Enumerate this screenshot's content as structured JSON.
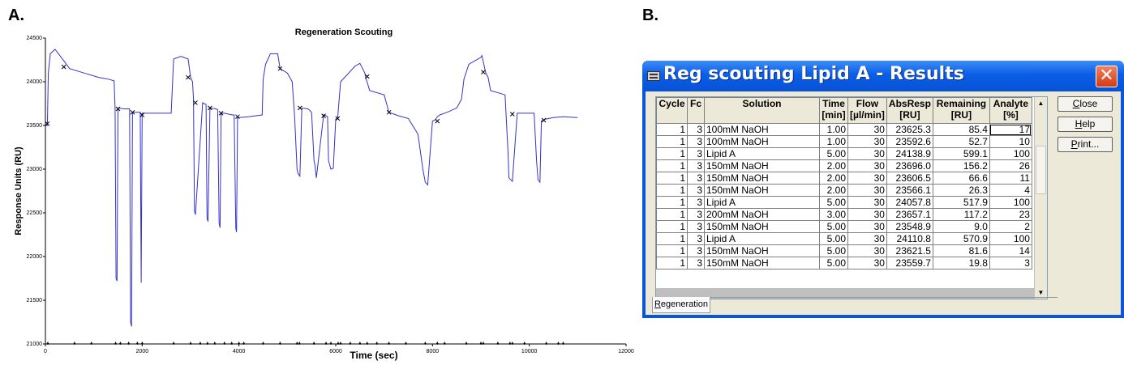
{
  "panels": {
    "a": "A.",
    "b": "B."
  },
  "chart_data": {
    "type": "line",
    "title": "Regeneration Scouting",
    "xlabel": "Time (sec)",
    "ylabel": "Response Units (RU)",
    "xlim": [
      0,
      12000
    ],
    "ylim": [
      21000,
      24500
    ],
    "xticks": [
      0,
      2000,
      4000,
      6000,
      8000,
      10000,
      12000
    ],
    "yticks": [
      21000,
      21500,
      22000,
      22500,
      23000,
      23500,
      24000,
      24500
    ],
    "grid": false,
    "line_color": "#3333cc",
    "series": [
      {
        "x": [
          0,
          40,
          60,
          100,
          200,
          380,
          500,
          800,
          1100,
          1300,
          1420,
          1440,
          1460,
          1480,
          1500,
          1620,
          1700,
          1740,
          1760,
          1780,
          1800,
          1920,
          1960,
          1980,
          2000,
          2300,
          2600,
          2650,
          2800,
          2950,
          3000,
          3040,
          3060,
          3080,
          3100,
          3250,
          3280,
          3320,
          3340,
          3360,
          3400,
          3520,
          3560,
          3590,
          3610,
          3630,
          3700,
          3860,
          3900,
          3935,
          3950,
          3970,
          4000,
          4200,
          4480,
          4500,
          4550,
          4650,
          4800,
          4850,
          5000,
          5050,
          5100,
          5150,
          5200,
          5220,
          5260,
          5300,
          5420,
          5450,
          5500,
          5550,
          5570,
          5600,
          5750,
          5800,
          5830,
          5850,
          5900,
          5950,
          6000,
          6040,
          6100,
          6400,
          6500,
          6600,
          6620,
          6700,
          7000,
          7100,
          7250,
          7300,
          7500,
          7700,
          7800,
          7850,
          7900,
          8000,
          8050,
          8100,
          8150,
          8300,
          8500,
          8600,
          8650,
          8750,
          9000,
          9020,
          9100,
          9150,
          9200,
          9500,
          9560,
          9580,
          9650,
          9750,
          10000,
          10100,
          10150,
          10180,
          10220,
          10250,
          10320,
          10500,
          10700,
          11000
        ],
        "y": [
          23500,
          23500,
          24100,
          24320,
          24370,
          24240,
          24150,
          24100,
          24050,
          24030,
          24010,
          23700,
          21750,
          21720,
          23700,
          23690,
          23690,
          23690,
          21250,
          21200,
          23650,
          23650,
          23650,
          21700,
          23640,
          23640,
          23640,
          24260,
          24290,
          24260,
          24050,
          24000,
          23800,
          22520,
          22480,
          23760,
          23750,
          23740,
          22440,
          22400,
          23700,
          23690,
          23680,
          22380,
          22330,
          23640,
          23640,
          23620,
          23620,
          22320,
          22280,
          23590,
          23590,
          23600,
          23620,
          24030,
          24200,
          24320,
          24320,
          24150,
          24100,
          24050,
          24000,
          23600,
          23000,
          22950,
          22920,
          23700,
          23690,
          23680,
          23650,
          23100,
          23050,
          22900,
          23620,
          23610,
          23600,
          23100,
          23000,
          23010,
          23570,
          23590,
          24000,
          24180,
          24210,
          24100,
          24050,
          23900,
          23850,
          23650,
          23620,
          23610,
          23580,
          23400,
          23000,
          22850,
          22820,
          23550,
          23560,
          23600,
          23620,
          23650,
          23700,
          23800,
          24030,
          24200,
          24280,
          24300,
          24100,
          24050,
          23900,
          23850,
          23200,
          22900,
          22860,
          23640,
          23640,
          23640,
          23100,
          22880,
          22850,
          23550,
          23570,
          23590,
          23600,
          23590
        ]
      }
    ],
    "markers": {
      "x": [
        40,
        380,
        1500,
        1800,
        2000,
        2950,
        3100,
        3400,
        3630,
        3970,
        4850,
        5260,
        5750,
        6040,
        6650,
        7100,
        8100,
        9050,
        9650,
        10300
      ],
      "y": [
        23520,
        24170,
        23690,
        23650,
        23620,
        24050,
        23760,
        23700,
        23640,
        23600,
        24150,
        23700,
        23610,
        23580,
        24060,
        23650,
        23550,
        24110,
        23630,
        23560
      ]
    },
    "baseline_markers": [
      50,
      600,
      950,
      1450,
      1550,
      1720,
      1900,
      2000,
      2650,
      3000,
      3200,
      3350,
      3500,
      3700,
      3850,
      4000,
      4100,
      4500,
      4850,
      5200,
      5250,
      5550,
      5800,
      5900,
      6050,
      6100,
      6300,
      6500,
      6650,
      6850,
      7100,
      7450,
      7850,
      8100,
      8250,
      8700,
      9000,
      9050,
      9350,
      9600,
      9650,
      9900,
      10350,
      10600,
      10700
    ]
  },
  "window": {
    "title": "Reg scouting Lipid A - Results",
    "close_glyph": "✕",
    "buttons": {
      "close": "Close",
      "close_key": "C",
      "close_rest": "lose",
      "help_key": "H",
      "help_rest": "elp",
      "print_key": "P",
      "print_rest": "rint..."
    },
    "tab": {
      "key": "R",
      "rest": "egeneration"
    },
    "table": {
      "headers": [
        {
          "l1": "Cycle",
          "l2": ""
        },
        {
          "l1": "Fc",
          "l2": ""
        },
        {
          "l1": "Solution",
          "l2": ""
        },
        {
          "l1": "Time",
          "l2": "[min]"
        },
        {
          "l1": "Flow",
          "l2": "[µl/min]"
        },
        {
          "l1": "AbsResp",
          "l2": "[RU]"
        },
        {
          "l1": "Remaining",
          "l2": "[RU]"
        },
        {
          "l1": "Analyte",
          "l2": "[%]"
        }
      ],
      "rows": [
        [
          "1",
          "3",
          "100mM NaOH",
          "1.00",
          "30",
          "23625.3",
          "85.4",
          "17"
        ],
        [
          "1",
          "3",
          "100mM NaOH",
          "1.00",
          "30",
          "23592.6",
          "52.7",
          "10"
        ],
        [
          "1",
          "3",
          "Lipid A",
          "5.00",
          "30",
          "24138.9",
          "599.1",
          "100"
        ],
        [
          "1",
          "3",
          "150mM NaOH",
          "2.00",
          "30",
          "23696.0",
          "156.2",
          "26"
        ],
        [
          "1",
          "3",
          "150mM NaOH",
          "2.00",
          "30",
          "23606.5",
          "66.6",
          "11"
        ],
        [
          "1",
          "3",
          "150mM NaOH",
          "2.00",
          "30",
          "23566.1",
          "26.3",
          "4"
        ],
        [
          "1",
          "3",
          "Lipid A",
          "5.00",
          "30",
          "24057.8",
          "517.9",
          "100"
        ],
        [
          "1",
          "3",
          "200mM NaOH",
          "3.00",
          "30",
          "23657.1",
          "117.2",
          "23"
        ],
        [
          "1",
          "3",
          "150mM NaOH",
          "5.00",
          "30",
          "23548.9",
          "9.0",
          "2"
        ],
        [
          "1",
          "3",
          "Lipid A",
          "5.00",
          "30",
          "24110.8",
          "570.9",
          "100"
        ],
        [
          "1",
          "3",
          "150mM NaOH",
          "5.00",
          "30",
          "23621.5",
          "81.6",
          "14"
        ],
        [
          "1",
          "3",
          "150mM NaOH",
          "5.00",
          "30",
          "23559.7",
          "19.8",
          "3"
        ]
      ]
    }
  }
}
